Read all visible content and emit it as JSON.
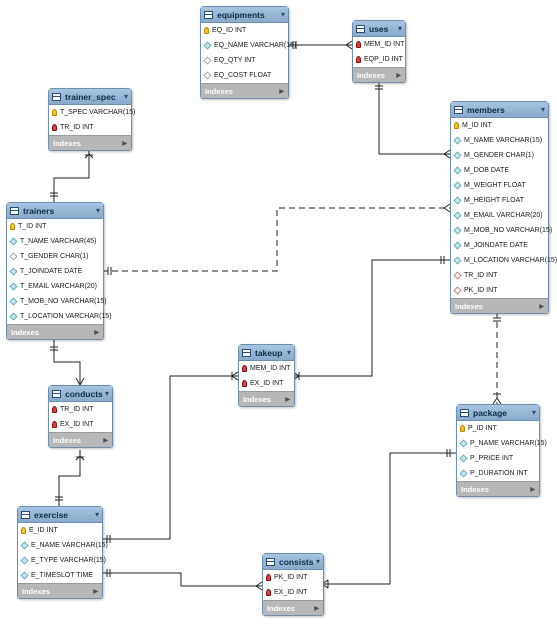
{
  "colors": {
    "header": "#a8c4e0",
    "border": "#6f8fb0",
    "footer": "#b7b7b7",
    "line": "#222222"
  },
  "tables": [
    {
      "id": "equipments",
      "name": "equipments",
      "indexes_label": "Indexes",
      "columns": [
        {
          "icon": "key",
          "text": "EQ_ID INT"
        },
        {
          "icon": "col",
          "text": "EQ_NAME VARCHAR(15)"
        },
        {
          "icon": "nn",
          "text": "EQ_QTY INT"
        },
        {
          "icon": "nn",
          "text": "EQ_COST FLOAT"
        }
      ]
    },
    {
      "id": "uses",
      "name": "uses",
      "indexes_label": "Indexes",
      "columns": [
        {
          "icon": "fk",
          "text": "MEM_ID INT"
        },
        {
          "icon": "fk",
          "text": "EQP_ID INT"
        }
      ]
    },
    {
      "id": "trainer_spec",
      "name": "trainer_spec",
      "indexes_label": "Indexes",
      "columns": [
        {
          "icon": "key",
          "text": "T_SPEC VARCHAR(15)"
        },
        {
          "icon": "fk",
          "text": "TR_ID INT"
        }
      ]
    },
    {
      "id": "members",
      "name": "members",
      "indexes_label": "Indexes",
      "columns": [
        {
          "icon": "key",
          "text": "M_ID INT"
        },
        {
          "icon": "col",
          "text": "M_NAME VARCHAR(15)"
        },
        {
          "icon": "col",
          "text": "M_GENDER CHAR(1)"
        },
        {
          "icon": "col",
          "text": "M_DOB DATE"
        },
        {
          "icon": "col",
          "text": "M_WEIGHT FLOAT"
        },
        {
          "icon": "col",
          "text": "M_HEIGHT FLOAT"
        },
        {
          "icon": "col",
          "text": "M_EMAIL VARCHAR(20)"
        },
        {
          "icon": "col",
          "text": "M_MOB_NO VARCHAR(15)"
        },
        {
          "icon": "col",
          "text": "M_JOINDATE DATE"
        },
        {
          "icon": "col",
          "text": "M_LOCATION VARCHAR(15)"
        },
        {
          "icon": "fkn",
          "text": "TR_ID INT"
        },
        {
          "icon": "fkn",
          "text": "PK_ID INT"
        }
      ]
    },
    {
      "id": "trainers",
      "name": "trainers",
      "indexes_label": "Indexes",
      "columns": [
        {
          "icon": "key",
          "text": "T_ID INT"
        },
        {
          "icon": "col",
          "text": "T_NAME VARCHAR(45)"
        },
        {
          "icon": "nn",
          "text": "T_GENDER CHAR(1)"
        },
        {
          "icon": "col",
          "text": "T_JOINDATE DATE"
        },
        {
          "icon": "col",
          "text": "T_EMAIL VARCHAR(20)"
        },
        {
          "icon": "col",
          "text": "T_MOB_NO VARCHAR(15)"
        },
        {
          "icon": "col",
          "text": "T_LOCATION VARCHAR(15)"
        }
      ]
    },
    {
      "id": "takeup",
      "name": "takeup",
      "indexes_label": "Indexes",
      "columns": [
        {
          "icon": "fk",
          "text": "MEM_ID INT"
        },
        {
          "icon": "fk",
          "text": "EX_ID INT"
        }
      ]
    },
    {
      "id": "conducts",
      "name": "conducts",
      "indexes_label": "Indexes",
      "columns": [
        {
          "icon": "fk",
          "text": "TR_ID INT"
        },
        {
          "icon": "fk",
          "text": "EX_ID INT"
        }
      ]
    },
    {
      "id": "package",
      "name": "package",
      "indexes_label": "Indexes",
      "columns": [
        {
          "icon": "key",
          "text": "P_ID INT"
        },
        {
          "icon": "col",
          "text": "P_NAME VARCHAR(15)"
        },
        {
          "icon": "col",
          "text": "P_PRICE INT"
        },
        {
          "icon": "col",
          "text": "P_DURATION INT"
        }
      ]
    },
    {
      "id": "exercise",
      "name": "exercise",
      "indexes_label": "Indexes",
      "columns": [
        {
          "icon": "key",
          "text": "E_ID INT"
        },
        {
          "icon": "col",
          "text": "E_NAME VARCHAR(15)"
        },
        {
          "icon": "col",
          "text": "E_TYPE VARCHAR(15)"
        },
        {
          "icon": "col",
          "text": "E_TIMESLOT TIME"
        }
      ]
    },
    {
      "id": "consists",
      "name": "consists",
      "indexes_label": "Indexes",
      "columns": [
        {
          "icon": "fk",
          "text": "PK_ID INT"
        },
        {
          "icon": "fk",
          "text": "EX_ID INT"
        }
      ]
    }
  ],
  "relationships": [
    {
      "from": "equipments",
      "to": "uses",
      "style": "solid"
    },
    {
      "from": "uses",
      "to": "members",
      "style": "solid"
    },
    {
      "from": "trainer_spec",
      "to": "trainers",
      "style": "solid"
    },
    {
      "from": "trainers",
      "to": "members",
      "style": "dashed"
    },
    {
      "from": "members",
      "to": "package",
      "style": "dashed"
    },
    {
      "from": "trainers",
      "to": "conducts",
      "style": "solid"
    },
    {
      "from": "conducts",
      "to": "exercise",
      "style": "solid"
    },
    {
      "from": "takeup",
      "to": "members",
      "style": "solid"
    },
    {
      "from": "takeup",
      "to": "exercise",
      "style": "solid"
    },
    {
      "from": "exercise",
      "to": "consists",
      "style": "solid"
    },
    {
      "from": "consists",
      "to": "package",
      "style": "solid"
    }
  ]
}
